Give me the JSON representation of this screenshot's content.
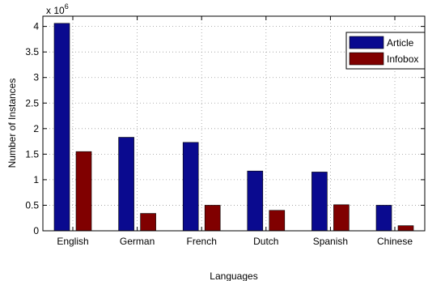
{
  "chart_data": {
    "type": "bar",
    "title": "",
    "xlabel": "Languages",
    "ylabel": "Number of Instances",
    "y_multiplier_base": "x 10",
    "y_multiplier_exp": "6",
    "ylim": [
      0,
      4.2
    ],
    "yticks": [
      0,
      0.5,
      1,
      1.5,
      2,
      2.5,
      3,
      3.5,
      4
    ],
    "ytick_labels": [
      "0",
      "0.5",
      "1",
      "1.5",
      "2",
      "2.5",
      "3",
      "3.5",
      "4"
    ],
    "grid": true,
    "legend_position": "top-right",
    "categories": [
      "English",
      "German",
      "French",
      "Dutch",
      "Spanish",
      "Chinese"
    ],
    "series": [
      {
        "name": "Article",
        "color": "#0a0a8f",
        "values": [
          4.06,
          1.83,
          1.73,
          1.17,
          1.15,
          0.5
        ]
      },
      {
        "name": "Infobox",
        "color": "#800000",
        "values": [
          1.55,
          0.34,
          0.5,
          0.4,
          0.51,
          0.1
        ]
      }
    ]
  }
}
